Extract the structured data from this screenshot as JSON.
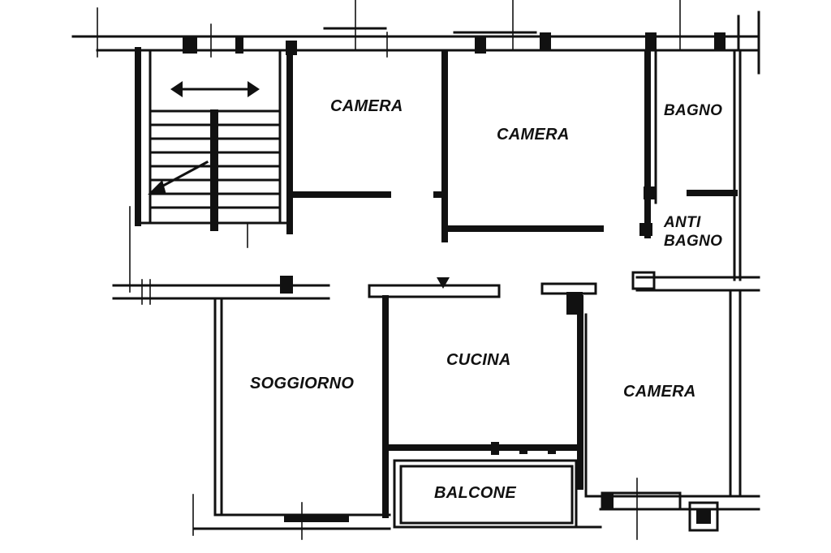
{
  "plan": {
    "rooms": {
      "camera_1": "CAMERA",
      "camera_2": "CAMERA",
      "bagno": "BAGNO",
      "anti_bagno_line1": "ANTI",
      "anti_bagno_line2": "BAGNO",
      "soggiorno": "SOGGIORNO",
      "cucina": "CUCINA",
      "camera_3": "CAMERA",
      "balcone": "BALCONE"
    }
  }
}
